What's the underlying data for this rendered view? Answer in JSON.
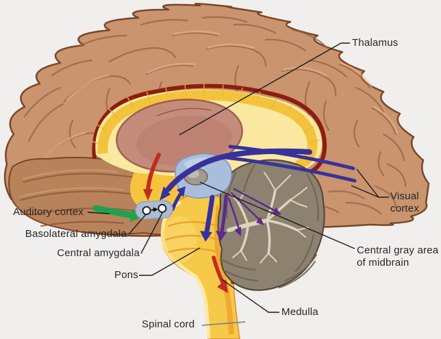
{
  "figure": {
    "type": "brain-sagittal-pathway-diagram",
    "labels": {
      "thalamus": "Thalamus",
      "auditory_cortex": "Auditory cortex",
      "basolateral_amygdala": "Basolateral amygdala",
      "central_amygdala": "Central amygdala",
      "pons": "Pons",
      "spinal_cord": "Spinal cord",
      "medulla": "Medulla",
      "visual_cortex": "Visual cortex",
      "central_gray": "Central gray area of midbrain"
    },
    "colors": {
      "background": "#f0efed",
      "cortex": "#c9946e",
      "cortex_outline": "#7a4628",
      "temporal_lobe": "#b8825a",
      "callosum_pale": "#fbe8a0",
      "callosum_gold": "#f3c33c",
      "callosum_red_band": "#8e1d0e",
      "thalamus": "#c2887a",
      "midbrain_blue": "#a9bedd",
      "central_gray_fill": "#a29a8e",
      "cerebellum": "#8d8170",
      "arbor_vitae": "#ded4be",
      "brainstem": "#f7c948",
      "amygdala_pill": "#aabdd5",
      "arrow_blue": "#37329b",
      "arrow_purple": "#5b2a8c",
      "arrow_red": "#c12c20",
      "arrow_green": "#1ca351",
      "leader_line": "#1c1c1c",
      "text": "#262626"
    }
  }
}
